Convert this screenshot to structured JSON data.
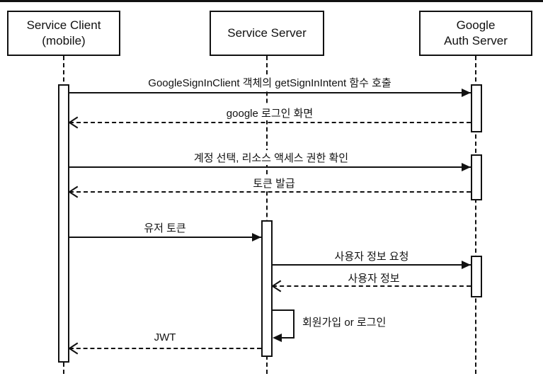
{
  "colors": {
    "stroke": "#111111",
    "background": "#ffffff"
  },
  "actors": [
    {
      "id": "service-client",
      "line1": "Service Client",
      "line2": "(mobile)"
    },
    {
      "id": "service-server",
      "line1": "Service Server",
      "line2": ""
    },
    {
      "id": "google-auth-server",
      "line1": "Google",
      "line2": "Auth Server"
    }
  ],
  "messages": [
    {
      "label": "GoogleSignInClient 객체의 getSignInIntent 함수 호출",
      "from": "service-client",
      "to": "google-auth-server",
      "style": "solid"
    },
    {
      "label": "google 로그인 화면",
      "from": "google-auth-server",
      "to": "service-client",
      "style": "dashed"
    },
    {
      "label": "계정 선택, 리소스 액세스 권한 확인",
      "from": "service-client",
      "to": "google-auth-server",
      "style": "solid"
    },
    {
      "label": "토큰 발급",
      "from": "google-auth-server",
      "to": "service-client",
      "style": "dashed"
    },
    {
      "label": "유저 토큰",
      "from": "service-client",
      "to": "service-server",
      "style": "solid"
    },
    {
      "label": "사용자 정보 요청",
      "from": "service-server",
      "to": "google-auth-server",
      "style": "solid"
    },
    {
      "label": "사용자 정보",
      "from": "google-auth-server",
      "to": "service-server",
      "style": "dashed"
    },
    {
      "label": "회원가입 or 로그인",
      "from": "service-server",
      "to": "service-server",
      "style": "self"
    },
    {
      "label": "JWT",
      "from": "service-server",
      "to": "service-client",
      "style": "dashed"
    }
  ]
}
